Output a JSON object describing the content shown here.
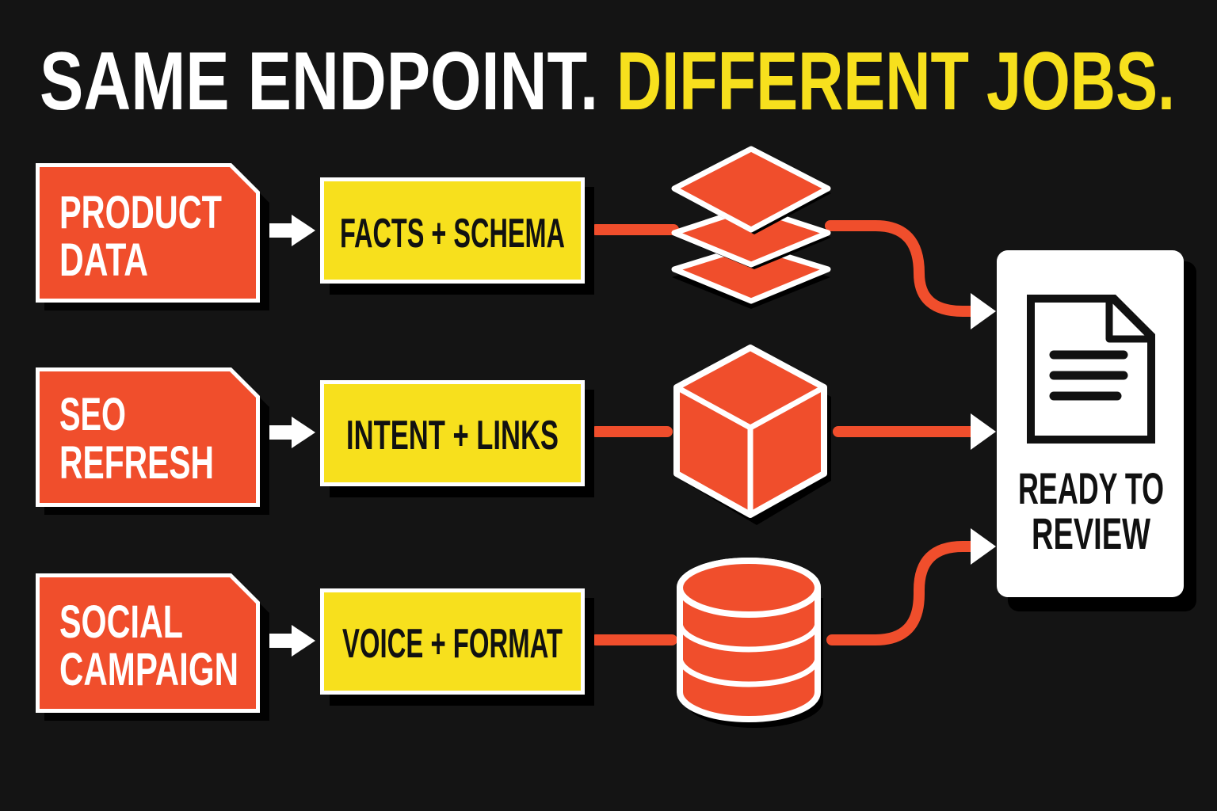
{
  "title": {
    "part1": "SAME ENDPOINT.",
    "part2": "DIFFERENT JOBS."
  },
  "rows": [
    {
      "input_line1": "PRODUCT",
      "input_line2": "DATA",
      "process": "FACTS + SCHEMA",
      "icon": "stacked-layers-icon"
    },
    {
      "input_line1": "SEO",
      "input_line2": "REFRESH",
      "process": "INTENT + LINKS",
      "icon": "cube-icon"
    },
    {
      "input_line1": "SOCIAL",
      "input_line2": "CAMPAIGN",
      "process": "VOICE + FORMAT",
      "icon": "database-icon"
    }
  ],
  "output": {
    "line1": "READY TO",
    "line2": "REVIEW",
    "icon": "document-icon"
  },
  "colors": {
    "background": "#141414",
    "accent_orange": "#f04e2c",
    "accent_yellow": "#f7e01d",
    "white": "#ffffff",
    "black": "#111111"
  }
}
